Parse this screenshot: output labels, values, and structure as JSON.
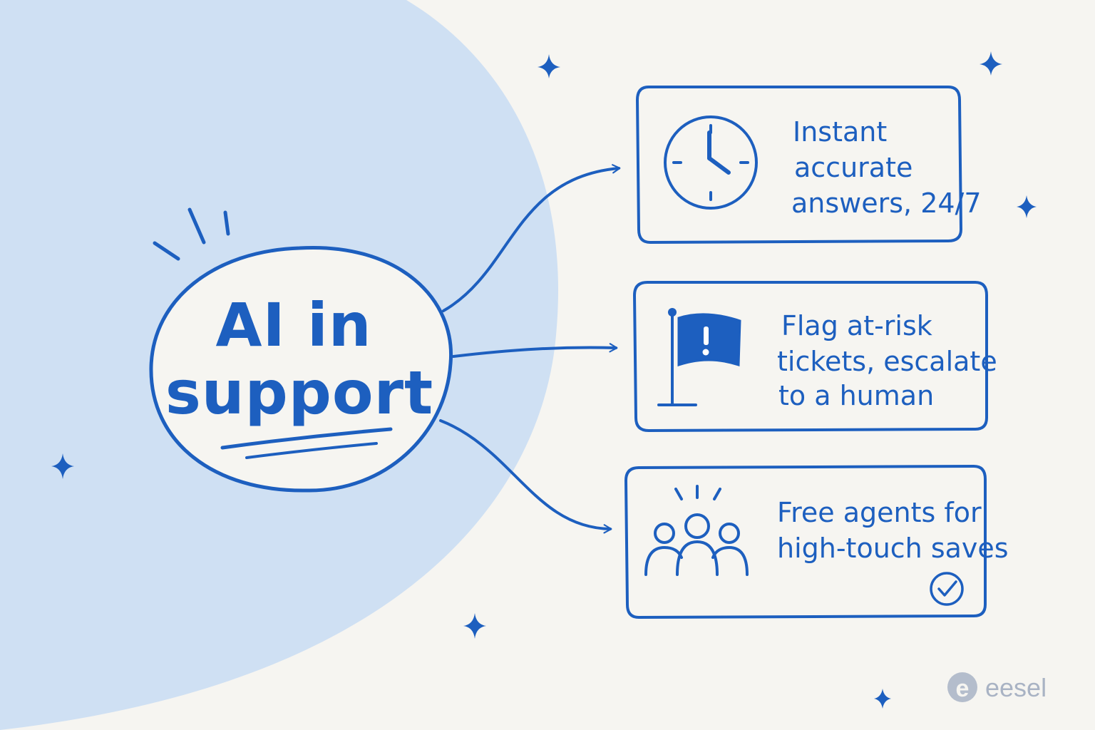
{
  "colors": {
    "background": "#f6f5f1",
    "blob": "#cfe0f3",
    "ink": "#1d5fbf",
    "logo": "#a9b3c4"
  },
  "central_node": {
    "line1": "AI in",
    "line2": "support"
  },
  "cards": [
    {
      "icon": "clock-icon",
      "lines": [
        "Instant",
        "accurate",
        "answers, 24/7"
      ]
    },
    {
      "icon": "flag-icon",
      "lines": [
        "Flag at-risk",
        "tickets, escalate",
        "to a human"
      ]
    },
    {
      "icon": "team-icon",
      "lines": [
        "Free agents for",
        "high-touch saves"
      ],
      "badge": "check-circle-icon"
    }
  ],
  "logo": {
    "text": "eesel",
    "icon": "eesel-logo-icon"
  }
}
